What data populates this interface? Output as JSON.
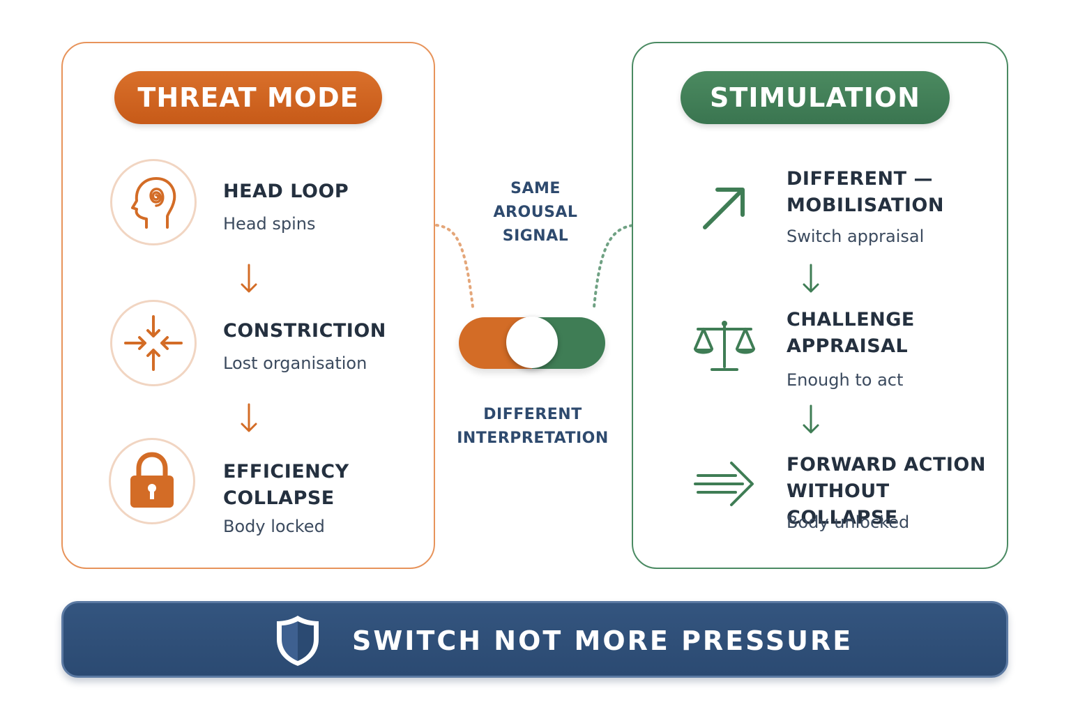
{
  "threat": {
    "title": "THREAT MODE",
    "steps": [
      {
        "icon": "head-spiral-icon",
        "title": "HEAD LOOP",
        "sub": "Head spins"
      },
      {
        "icon": "converging-arrows-icon",
        "title": "CONSTRICTION",
        "sub": "Lost organisation"
      },
      {
        "icon": "padlock-icon",
        "title_line1": "EFFICIENCY",
        "title_line2": "COLLAPSE",
        "sub": "Body locked"
      }
    ]
  },
  "stimulation": {
    "title": "STIMULATION",
    "steps": [
      {
        "icon": "diagonal-arrow-icon",
        "title_line1": "DIFFERENT —",
        "title_line2": "MOBILISATION",
        "sub": "Switch appraisal"
      },
      {
        "icon": "balance-scale-icon",
        "title_line1": "CHALLENGE",
        "title_line2": "APPRAISAL",
        "sub": "Enough to act"
      },
      {
        "icon": "forward-arrow-icon",
        "title_line1": "FORWARD ACTION",
        "title_line2": "WITHOUT COLLAPSE",
        "sub": "Body unlocked"
      }
    ]
  },
  "center": {
    "top_line1": "SAME",
    "top_line2": "AROUSAL",
    "top_line3": "SIGNAL",
    "bottom_line1": "DIFFERENT",
    "bottom_line2": "INTERPRETATION",
    "toggle_icon": "toggle-switch-icon"
  },
  "banner": {
    "icon": "shield-icon",
    "text": "SWITCH NOT MORE PRESSURE"
  },
  "colors": {
    "threat": "#d36c26",
    "stimulation": "#3f7d55",
    "banner": "#2f4f78"
  }
}
